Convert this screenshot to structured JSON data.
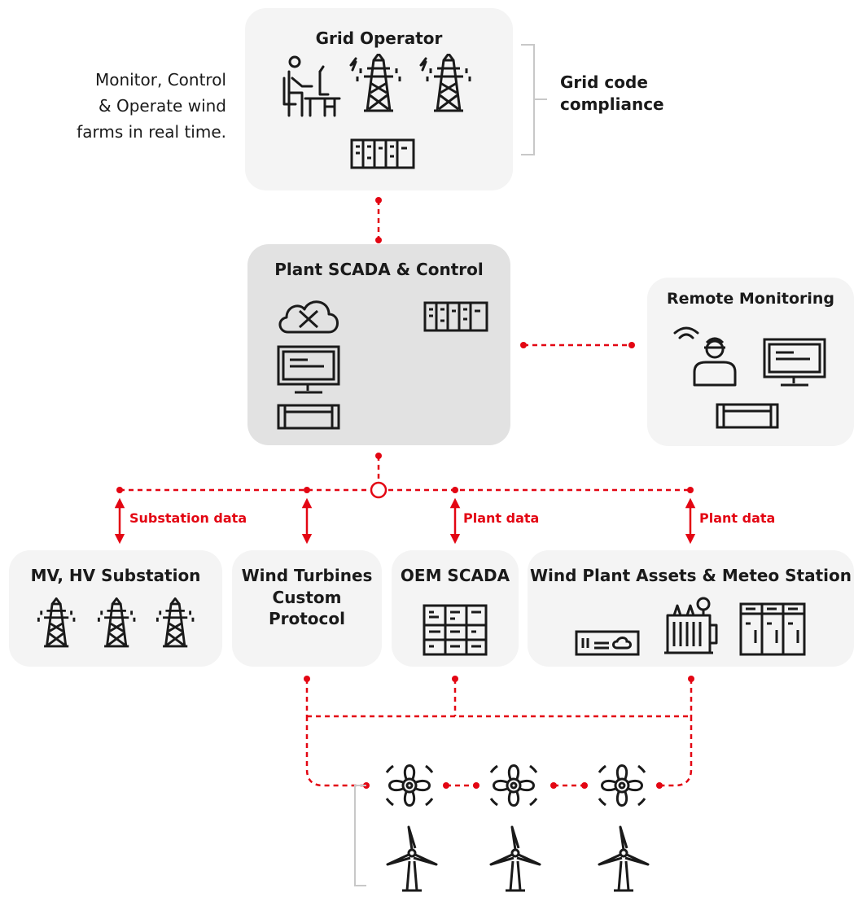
{
  "colors": {
    "accent": "#e30613",
    "box": "#f4f4f4",
    "box_dark": "#e2e2e2",
    "ink": "#1a1a1a",
    "bracket": "#c8c8c8"
  },
  "side_note": {
    "line1": "Monitor, Control",
    "line2": "& Operate wind",
    "line3": "farms in real time."
  },
  "compliance": {
    "line1": "Grid code",
    "line2": "compliance"
  },
  "nodes": {
    "grid_operator": {
      "title": "Grid Operator",
      "icons": [
        "operator-desk-icon",
        "power-tower-icon",
        "power-tower-icon",
        "controller-rack-icon"
      ]
    },
    "plant_scada": {
      "title": "Plant SCADA & Control",
      "icons": [
        "cloud-tools-icon",
        "controller-rack-icon",
        "monitor-icon",
        "server-icon"
      ]
    },
    "remote_monitoring": {
      "title": "Remote Monitoring",
      "icons": [
        "wifi-icon",
        "engineer-icon",
        "monitor-icon",
        "server-icon"
      ]
    },
    "mv_hv_substation": {
      "title": "MV, HV Substation",
      "icons": [
        "power-tower-icon",
        "power-tower-icon",
        "power-tower-icon"
      ]
    },
    "wind_turbines_protocol": {
      "title_line1": "Wind Turbines",
      "title_line2": "Custom",
      "title_line3": "Protocol"
    },
    "oem_scada": {
      "title": "OEM SCADA",
      "icons": [
        "control-cabinet-icon"
      ]
    },
    "wind_plant_assets": {
      "title": "Wind Plant Assets & Meteo Station",
      "icons": [
        "gateway-icon",
        "transformer-icon",
        "switchgear-icon"
      ]
    }
  },
  "edge_labels": {
    "substation": "Substation data",
    "plant1": "Plant data",
    "plant2": "Plant data"
  },
  "turbines": {
    "count": 3,
    "icons": [
      "rotor-icon",
      "wind-turbine-icon"
    ]
  }
}
